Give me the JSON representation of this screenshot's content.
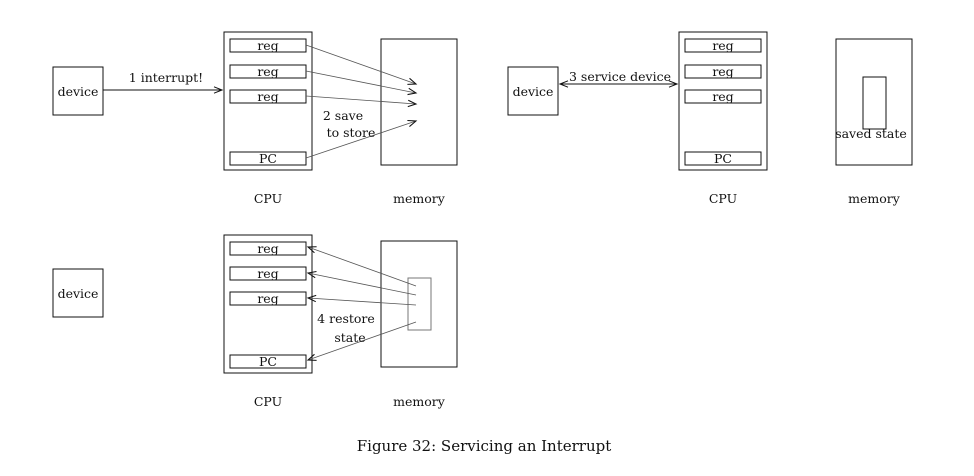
{
  "caption": "Figure 32: Servicing an Interrupt",
  "colors": {
    "ink": "#111111",
    "thin": "#555555",
    "background": "#ffffff"
  },
  "labels": {
    "device": "device",
    "cpu": "CPU",
    "memory": "memory",
    "reg": "reg",
    "pc": "PC",
    "saved_state": "saved state"
  },
  "steps": {
    "interrupt": "1 interrupt!",
    "save_line1": "2 save",
    "save_line2": "to store",
    "service": "3 service device",
    "restore_line1": "4 restore",
    "restore_line2": "state"
  }
}
